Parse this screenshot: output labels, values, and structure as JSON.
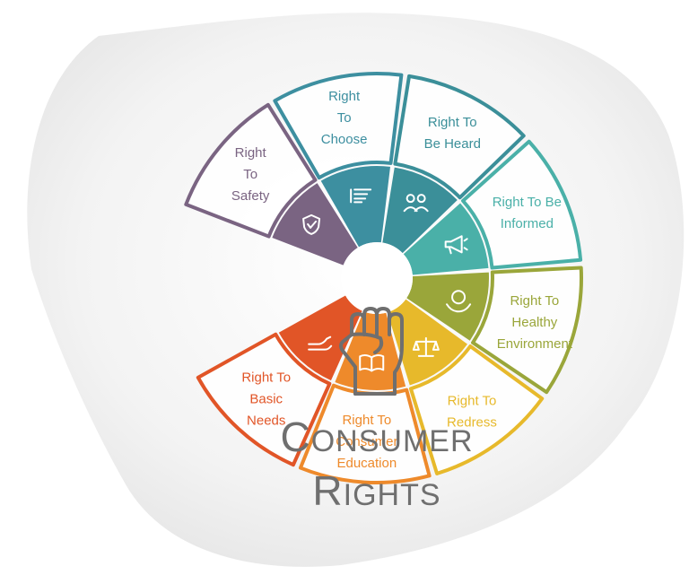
{
  "title": {
    "line1": "Consumer",
    "line2": "Rights"
  },
  "segments": [
    {
      "id": "safety",
      "lines": [
        "Right",
        "To",
        "Safety"
      ],
      "color": "#7a6482",
      "icon": "shield-check-icon"
    },
    {
      "id": "choose",
      "lines": [
        "Right",
        "To",
        "Choose"
      ],
      "color": "#3d8fa0",
      "icon": "pointing-hand-icon"
    },
    {
      "id": "heard",
      "lines": [
        "Right To",
        "Be Heard"
      ],
      "color": "#3b8f99",
      "icon": "people-talking-icon"
    },
    {
      "id": "informed",
      "lines": [
        "Right To Be",
        "Informed"
      ],
      "color": "#4ab0a8",
      "icon": "megaphone-icon"
    },
    {
      "id": "environment",
      "lines": [
        "Right To",
        "Healthy",
        "Environment"
      ],
      "color": "#9aa63a",
      "icon": "globe-hands-icon"
    },
    {
      "id": "redress",
      "lines": [
        "Right To",
        "Redress"
      ],
      "color": "#e7b92b",
      "icon": "scales-icon"
    },
    {
      "id": "education",
      "lines": [
        "Right To",
        "Consumer",
        "Education"
      ],
      "color": "#ee8a2b",
      "icon": "open-book-icon"
    },
    {
      "id": "basic",
      "lines": [
        "Right To",
        "Basic",
        "Needs"
      ],
      "color": "#e15527",
      "icon": "hand-icon"
    }
  ],
  "center_icon": "raised-fist-icon"
}
